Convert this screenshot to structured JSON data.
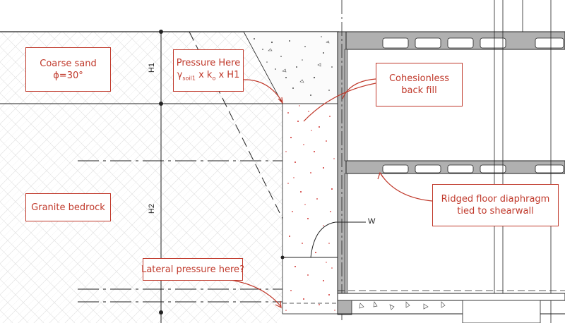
{
  "labels": {
    "coarse_sand": {
      "line1": "Coarse sand",
      "line2": "ϕ=30°"
    },
    "pressure_here": {
      "line1": "Pressure Here",
      "formula_gamma": "γ",
      "formula_sub": "soil1",
      "formula_rest": " x k",
      "formula_k_sub": "o",
      "formula_tail": " x H1"
    },
    "cohesionless": {
      "line1": "Cohesionless",
      "line2": "back fill"
    },
    "granite": {
      "line1": "Granite bedrock"
    },
    "ridged_floor": {
      "line1": "Ridged floor diaphragm",
      "line2": "tied to shearwall"
    },
    "lateral_pressure": {
      "line1": "Lateral pressure here?"
    }
  },
  "dimensions": {
    "h1": "H1",
    "h2": "H2",
    "w": "W"
  },
  "colors": {
    "annotation": "#c0392b",
    "linework": "#222222",
    "concrete": "#b0b0b0",
    "fill_dots": "#d0312d"
  }
}
